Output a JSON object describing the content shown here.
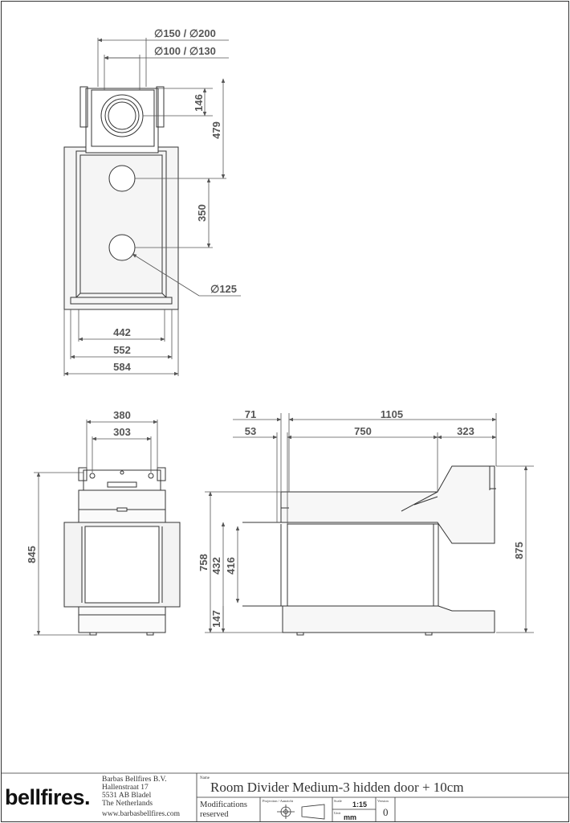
{
  "top_view": {
    "flue_outer": "∅150 / ∅200",
    "flue_inner": "∅100 / ∅130",
    "dim_146": "146",
    "dim_479": "479",
    "dim_350": "350",
    "dia_125": "∅125",
    "dim_442": "442",
    "dim_552": "552",
    "dim_584": "584"
  },
  "front_view": {
    "dim_380": "380",
    "dim_303": "303",
    "dim_845": "845"
  },
  "side_view": {
    "dim_71": "71",
    "dim_1105": "1105",
    "dim_53": "53",
    "dim_750": "750",
    "dim_323": "323",
    "dim_758": "758",
    "dim_432": "432",
    "dim_416": "416",
    "dim_147": "147",
    "dim_875": "875"
  },
  "title_block": {
    "brand": "bellfires.",
    "address": [
      "Barbas Bellfires B.V.",
      "Hallenstraat 17",
      "5531 AB Bladel",
      "The Netherlands",
      "www.barbasbellfires.com"
    ],
    "name_caption": "Name",
    "product_name": "Room Divider Medium-3 hidden door + 10cm",
    "modifications": [
      "Modifications",
      "reserved"
    ],
    "projection_caption": "Projection / Aanzicht",
    "scale_caption": "Scale",
    "scale_value": "1:15",
    "unit_caption": "Unit",
    "unit_value": "mm",
    "version_caption": "Version",
    "version_value": "0"
  },
  "colors": {
    "outline": "#333333",
    "dimension": "#555555",
    "face_fill": "#f3f3f3"
  }
}
